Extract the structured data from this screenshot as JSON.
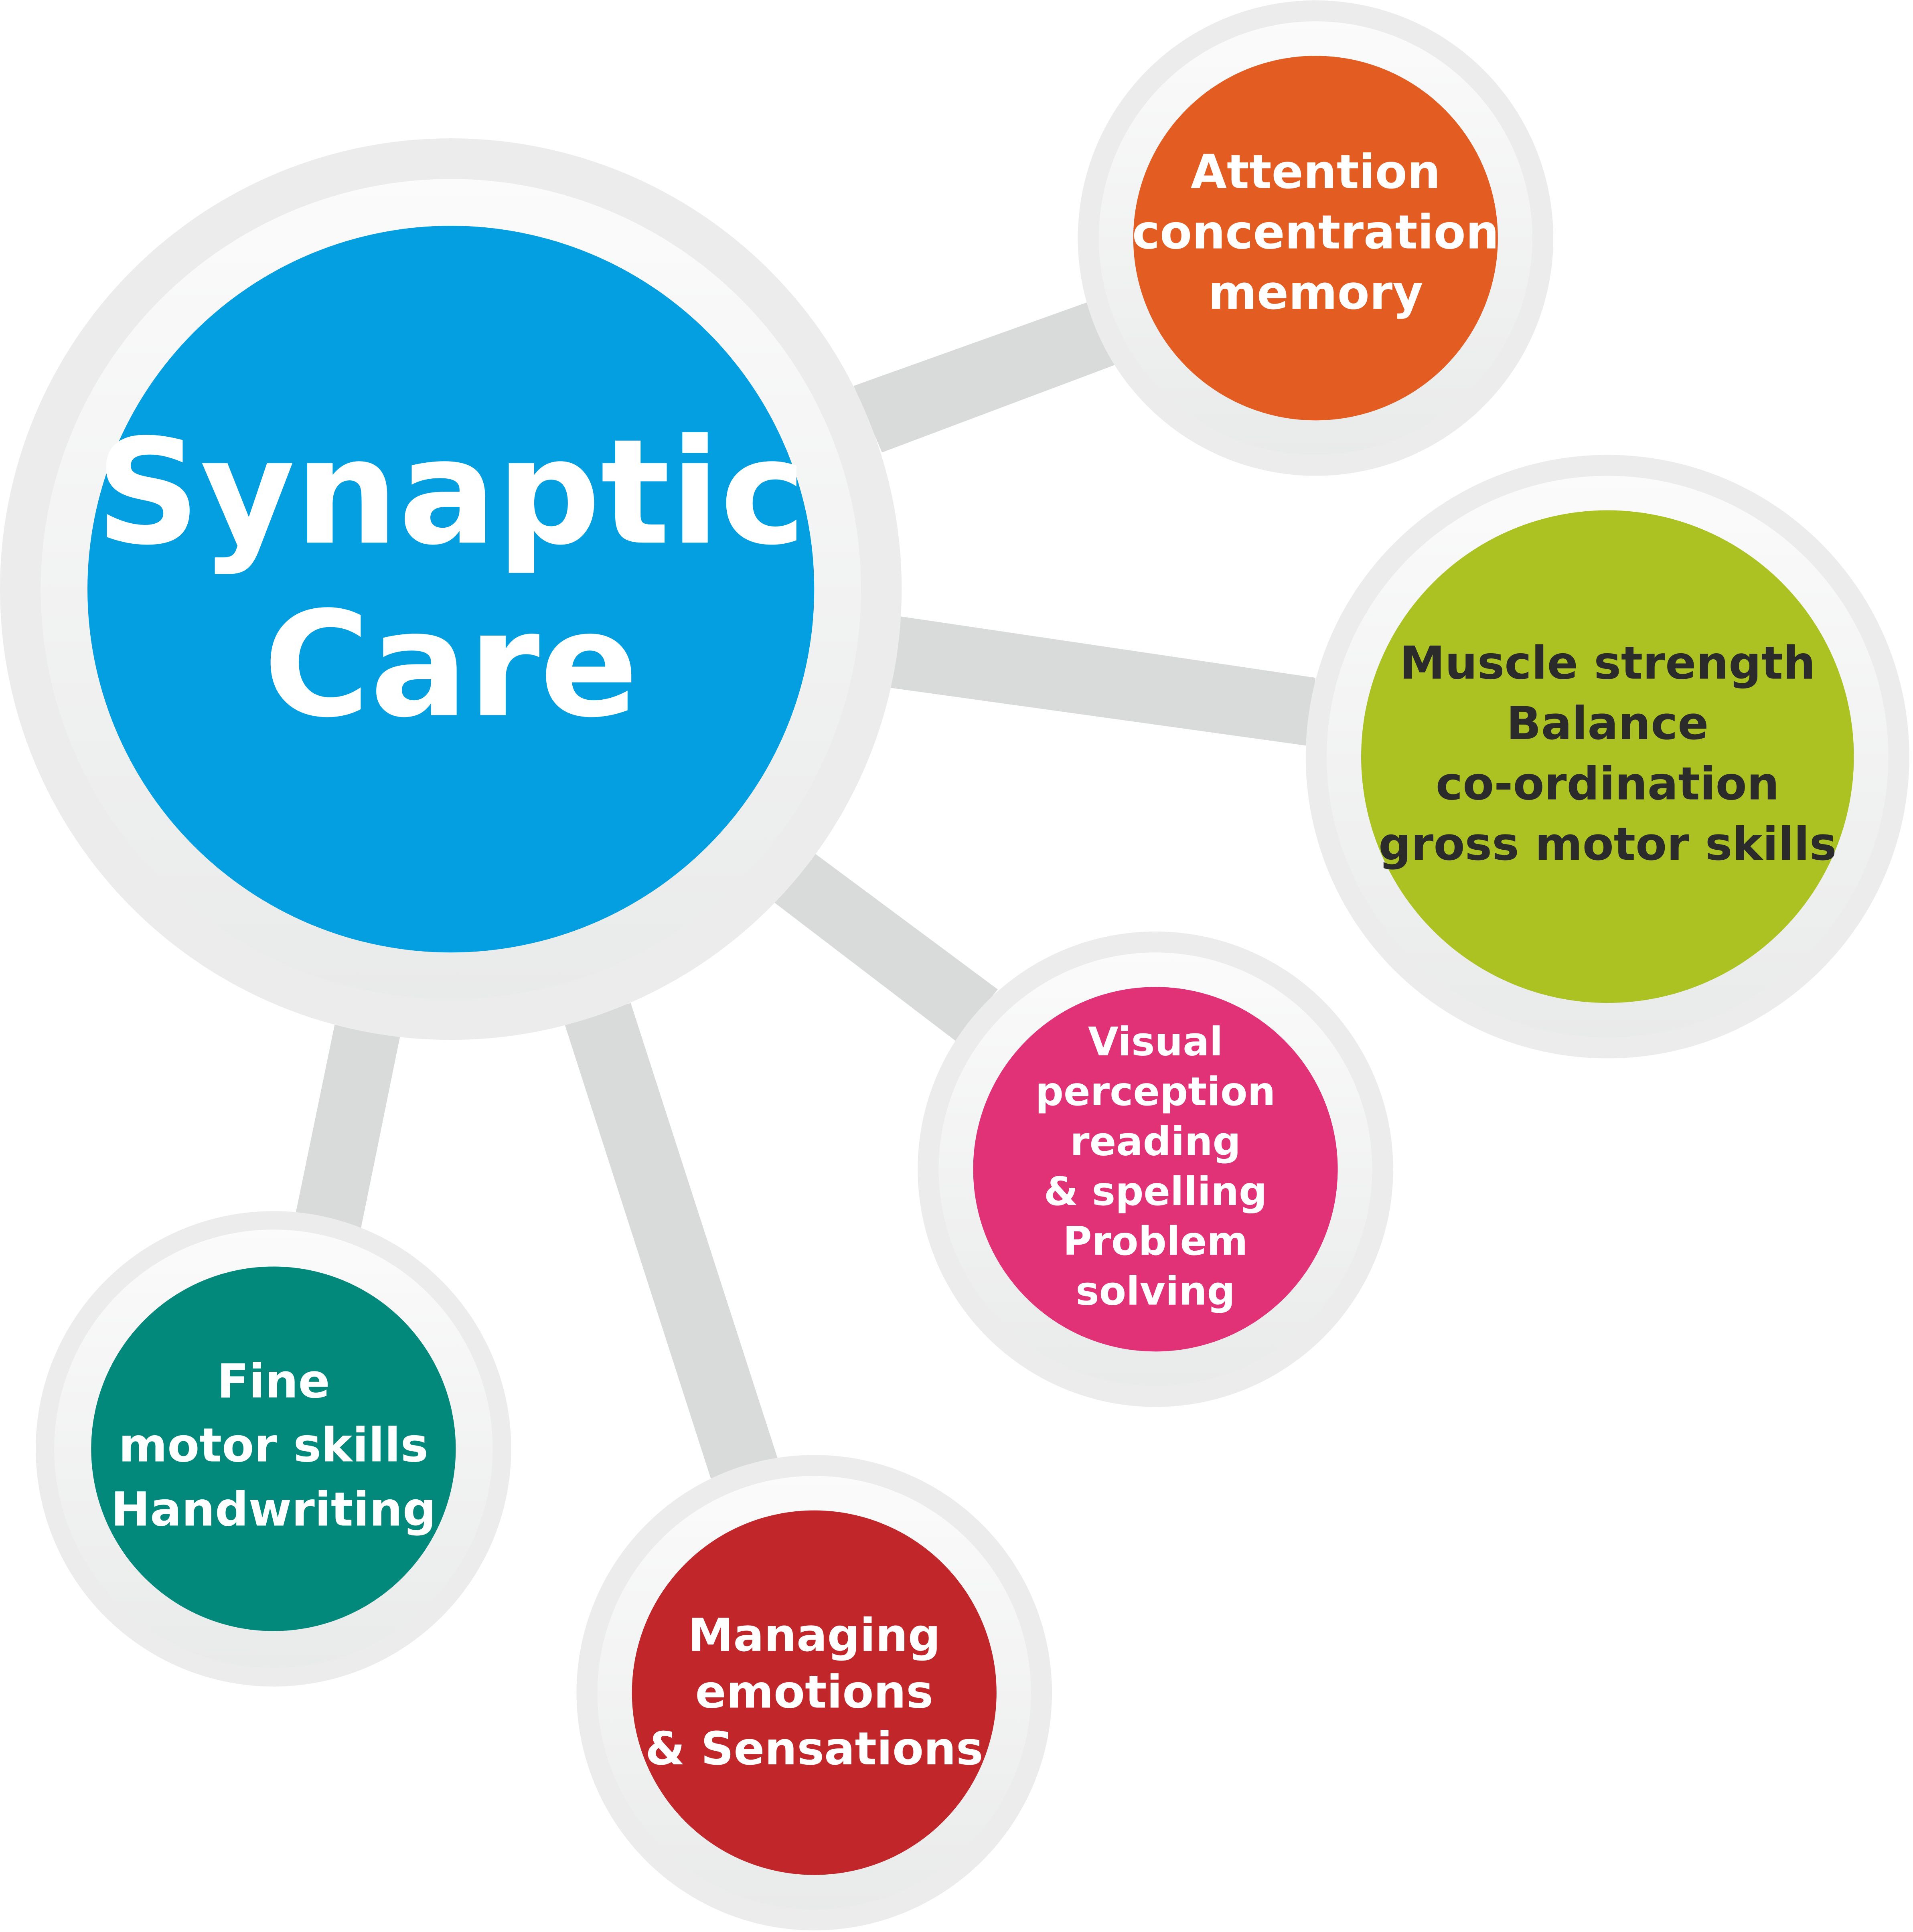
{
  "title": {
    "lines": [
      "Synaptic",
      "Care"
    ],
    "color": "#049fe0"
  },
  "nodes": [
    {
      "id": "attention",
      "lines": [
        "Attention",
        "concentration",
        "memory"
      ],
      "color": "#e35d23",
      "text_color": "#ffffff"
    },
    {
      "id": "muscle",
      "lines": [
        "Muscle strength",
        "Balance",
        "co-ordination",
        "gross motor skills"
      ],
      "color": "#acc223",
      "text_color": "#2b2b2b"
    },
    {
      "id": "visual",
      "lines": [
        "Visual",
        "perception",
        "reading",
        "& spelling",
        "Problem",
        "solving"
      ],
      "color": "#e23277",
      "text_color": "#ffffff"
    },
    {
      "id": "fine-motor",
      "lines": [
        "Fine",
        "motor skills",
        "Handwriting"
      ],
      "color": "#03897c",
      "text_color": "#ffffff"
    },
    {
      "id": "emotions",
      "lines": [
        "Managing",
        "emotions",
        "& Sensations"
      ],
      "color": "#c1272a",
      "text_color": "#ffffff"
    }
  ],
  "connector_color": "#d9dbda",
  "ring_color": "#ebeceb"
}
